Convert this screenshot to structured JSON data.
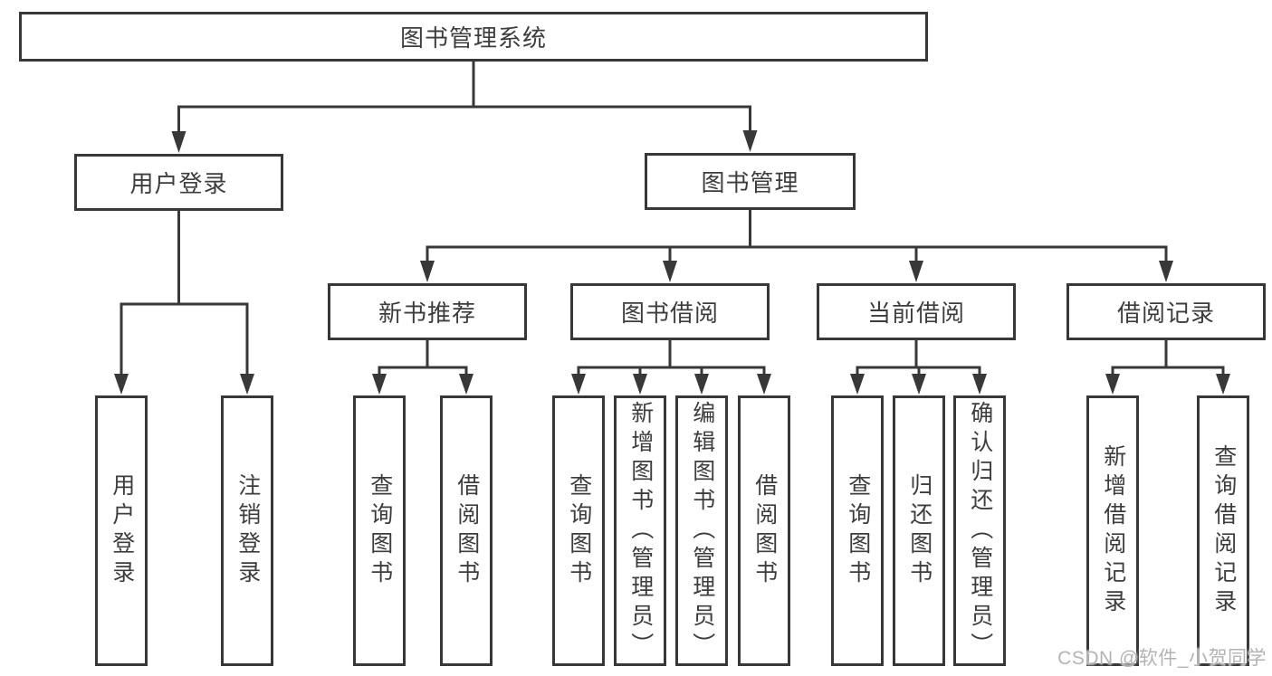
{
  "diagram_title": "图书管理系统",
  "nodes": {
    "root": "图书管理系统",
    "level2": [
      "用户登录",
      "图书管理"
    ],
    "level3": [
      "新书推荐",
      "图书借阅",
      "当前借阅",
      "借阅记录"
    ],
    "leaves": [
      "用户登录",
      "注销登录",
      "查询图书",
      "借阅图书",
      "查询图书",
      "新增图书（管理员）",
      "编辑图书（管理员）",
      "借阅图书",
      "查询图书",
      "归还图书",
      "确认归还（管理员）",
      "新增借阅记录",
      "查询借阅记录"
    ]
  },
  "hierarchy": {
    "图书管理系统": {
      "用户登录": [
        "用户登录",
        "注销登录"
      ],
      "图书管理": {
        "新书推荐": [
          "查询图书",
          "借阅图书"
        ],
        "图书借阅": [
          "查询图书",
          "新增图书（管理员）",
          "编辑图书（管理员）",
          "借阅图书"
        ],
        "当前借阅": [
          "查询图书",
          "归还图书",
          "确认归还（管理员）"
        ],
        "借阅记录": [
          "新增借阅记录",
          "查询借阅记录"
        ]
      }
    }
  },
  "watermark": "CSDN @软件_小贺同学",
  "colors": {
    "line": "#383838",
    "text": "#3d3d3d",
    "background": "#ffffff",
    "watermark": "#b3b3b3"
  }
}
